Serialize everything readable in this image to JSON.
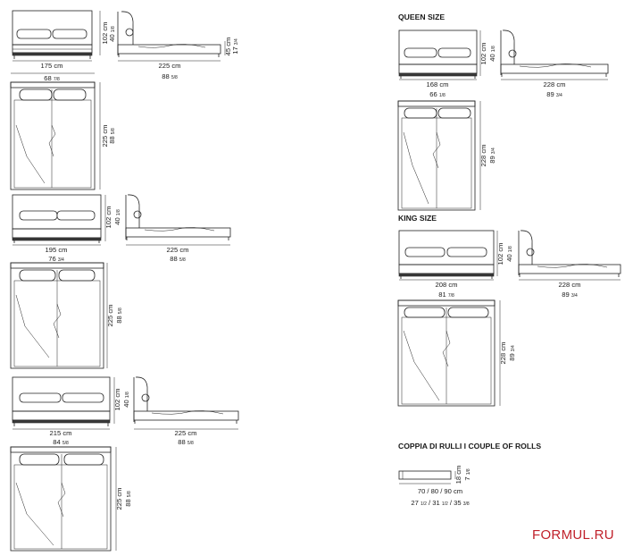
{
  "sections": {
    "queen_title": "QUEEN SIZE",
    "king_title": "KING SIZE",
    "rolls_title": "COPPIA DI RULLI  I  COUPLE OF ROLLS"
  },
  "beds": {
    "b175": {
      "front_w": "175 cm",
      "front_h": "102 cm",
      "front_h_in": "40",
      "front_h_in_frac": "1/8",
      "side_w": "225 cm",
      "side_w_in": "88",
      "side_w_in_frac": "5/8",
      "seat_h": "45 cm",
      "seat_h_in": "17",
      "seat_h_in_frac": "3/4",
      "plan_w_in": "68",
      "plan_w_in_frac": "7/8",
      "plan_l": "225 cm",
      "plan_l_in": "88",
      "plan_l_in_frac": "5/8"
    },
    "b195": {
      "front_w": "195 cm",
      "front_h": "102 cm",
      "front_h_in": "40",
      "front_h_in_frac": "1/8",
      "side_w": "225 cm",
      "side_w_in": "88",
      "side_w_in_frac": "5/8",
      "plan_w_in": "76",
      "plan_w_in_frac": "3/4",
      "plan_l": "225 cm",
      "plan_l_in": "88",
      "plan_l_in_frac": "5/8"
    },
    "b215": {
      "front_w": "215 cm",
      "front_h": "102 cm",
      "front_h_in": "40",
      "front_h_in_frac": "1/8",
      "side_w": "225 cm",
      "side_w_in": "88",
      "side_w_in_frac": "5/8",
      "plan_w_in": "84",
      "plan_w_in_frac": "5/8",
      "plan_l": "225 cm",
      "plan_l_in": "88",
      "plan_l_in_frac": "5/8"
    },
    "queen": {
      "front_w": "168 cm",
      "front_w_in": "66",
      "front_w_in_frac": "1/8",
      "front_h": "102 cm",
      "front_h_in": "40",
      "front_h_in_frac": "1/8",
      "side_w": "228 cm",
      "side_w_in": "89",
      "side_w_in_frac": "3/4",
      "plan_l": "228 cm",
      "plan_l_in": "89",
      "plan_l_in_frac": "3/4"
    },
    "king": {
      "front_w": "208 cm",
      "front_w_in": "81",
      "front_w_in_frac": "7/8",
      "front_h": "102 cm",
      "front_h_in": "40",
      "front_h_in_frac": "1/8",
      "side_w": "228 cm",
      "side_w_in": "89",
      "side_w_in_frac": "3/4",
      "plan_l": "228 cm",
      "plan_l_in": "89",
      "plan_l_in_frac": "3/4"
    }
  },
  "rolls": {
    "diam": "18 cm",
    "diam_in": "7",
    "diam_in_frac": "1/8",
    "len_cm": "70 / 80 / 90 cm",
    "len_in_a": "27",
    "len_in_a_frac": "1/2",
    "len_in_b": "31",
    "len_in_b_frac": "1/2",
    "len_in_c": "35",
    "len_in_c_frac": "3/8"
  },
  "brand": "FORMUL.RU"
}
